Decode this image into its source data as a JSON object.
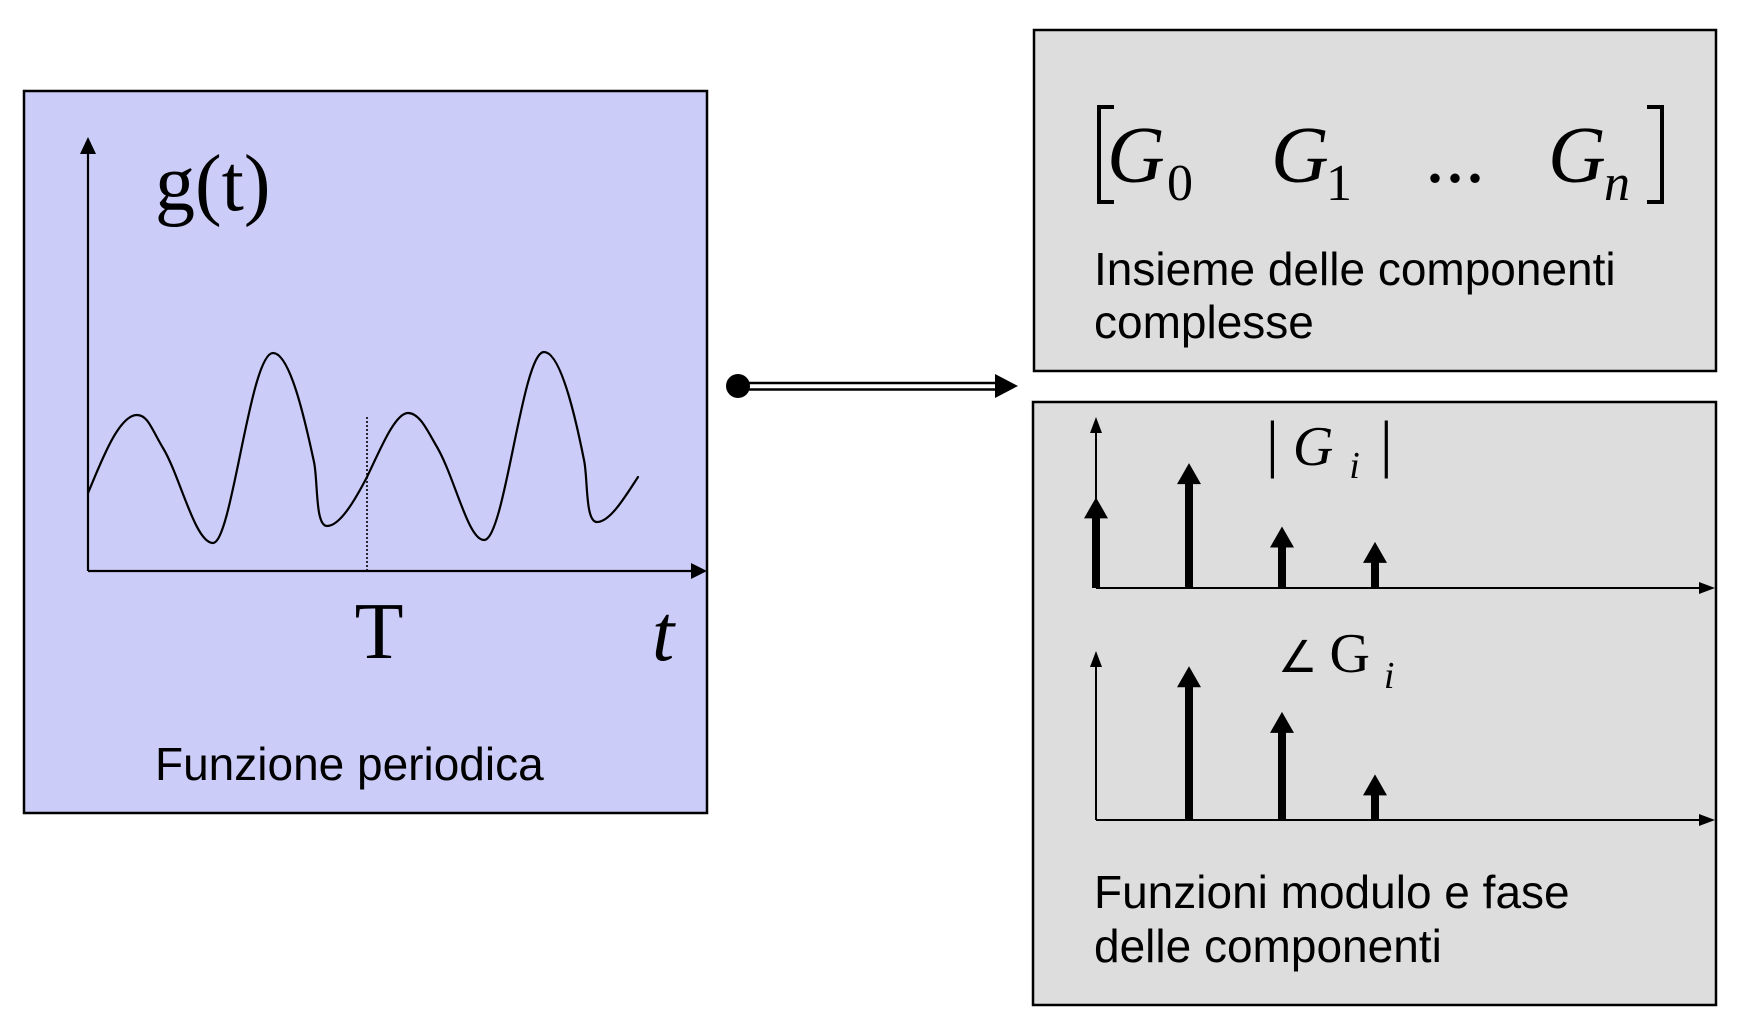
{
  "colors": {
    "time_panel_fill": "#ccccf9",
    "spectrum_panel_fill": "#dddddd",
    "ink": "#000000"
  },
  "time_panel": {
    "function_label": "g(t)",
    "period_label": "T",
    "axis_label": "t",
    "caption": "Funzione periodica"
  },
  "transform_arrow": {
    "icon": "double-line-arrow-right"
  },
  "components_panel": {
    "open_bracket": "[",
    "close_bracket": "]",
    "terms": [
      {
        "symbol": "G",
        "subscript": "0"
      },
      {
        "symbol": "G",
        "subscript": "1"
      },
      {
        "symbol": "...",
        "subscript": ""
      },
      {
        "symbol": "G",
        "subscript": "n"
      }
    ],
    "caption_lines": [
      "Insieme delle componenti",
      "complesse"
    ]
  },
  "spectrum_panel": {
    "magnitude": {
      "label": {
        "open": "|",
        "symbol": "G",
        "subscript": "i",
        "close": "|"
      },
      "values": [
        0.53,
        0.73,
        0.36,
        0.27
      ]
    },
    "phase": {
      "label": {
        "angle": "∠",
        "symbol": "G",
        "subscript": "i"
      },
      "values": [
        0,
        0.91,
        0.64,
        0.27
      ]
    },
    "caption_lines": [
      "Funzioni modulo e fase",
      "delle componenti"
    ]
  }
}
